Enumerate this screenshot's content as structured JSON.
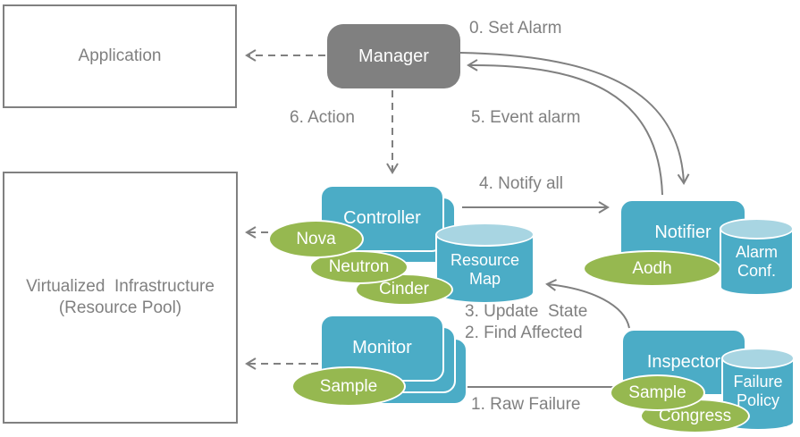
{
  "diagram": {
    "boxes": {
      "application": "Application",
      "virtualized_infrastructure": "Virtualized  Infrastructure\n(Resource Pool)"
    },
    "nodes": {
      "manager": "Manager",
      "controller": "Controller",
      "monitor": "Monitor",
      "notifier": "Notifier",
      "inspector": "Inspector"
    },
    "datastores": {
      "resource_map": "Resource Map",
      "alarm_conf": "Alarm Conf.",
      "failure_policy": "Failure Policy"
    },
    "plugins": {
      "nova": "Nova",
      "neutron": "Neutron",
      "cinder": "Cinder",
      "aodh": "Aodh",
      "sample_monitor": "Sample",
      "sample_inspector": "Sample",
      "congress": "Congress"
    },
    "flow_labels": {
      "step0": "0. Set Alarm",
      "step1": "1. Raw Failure",
      "step2": "2. Find Affected",
      "step3": "3. Update  State",
      "step4": "4. Notify all",
      "step5": "5. Event alarm",
      "step6": "6. Action"
    },
    "colors": {
      "node_teal": "#4BACC6",
      "cylinder_top": "#A8D5E2",
      "plugin_green": "#96B850",
      "manager_gray": "#808080",
      "line_gray": "#808080"
    }
  }
}
